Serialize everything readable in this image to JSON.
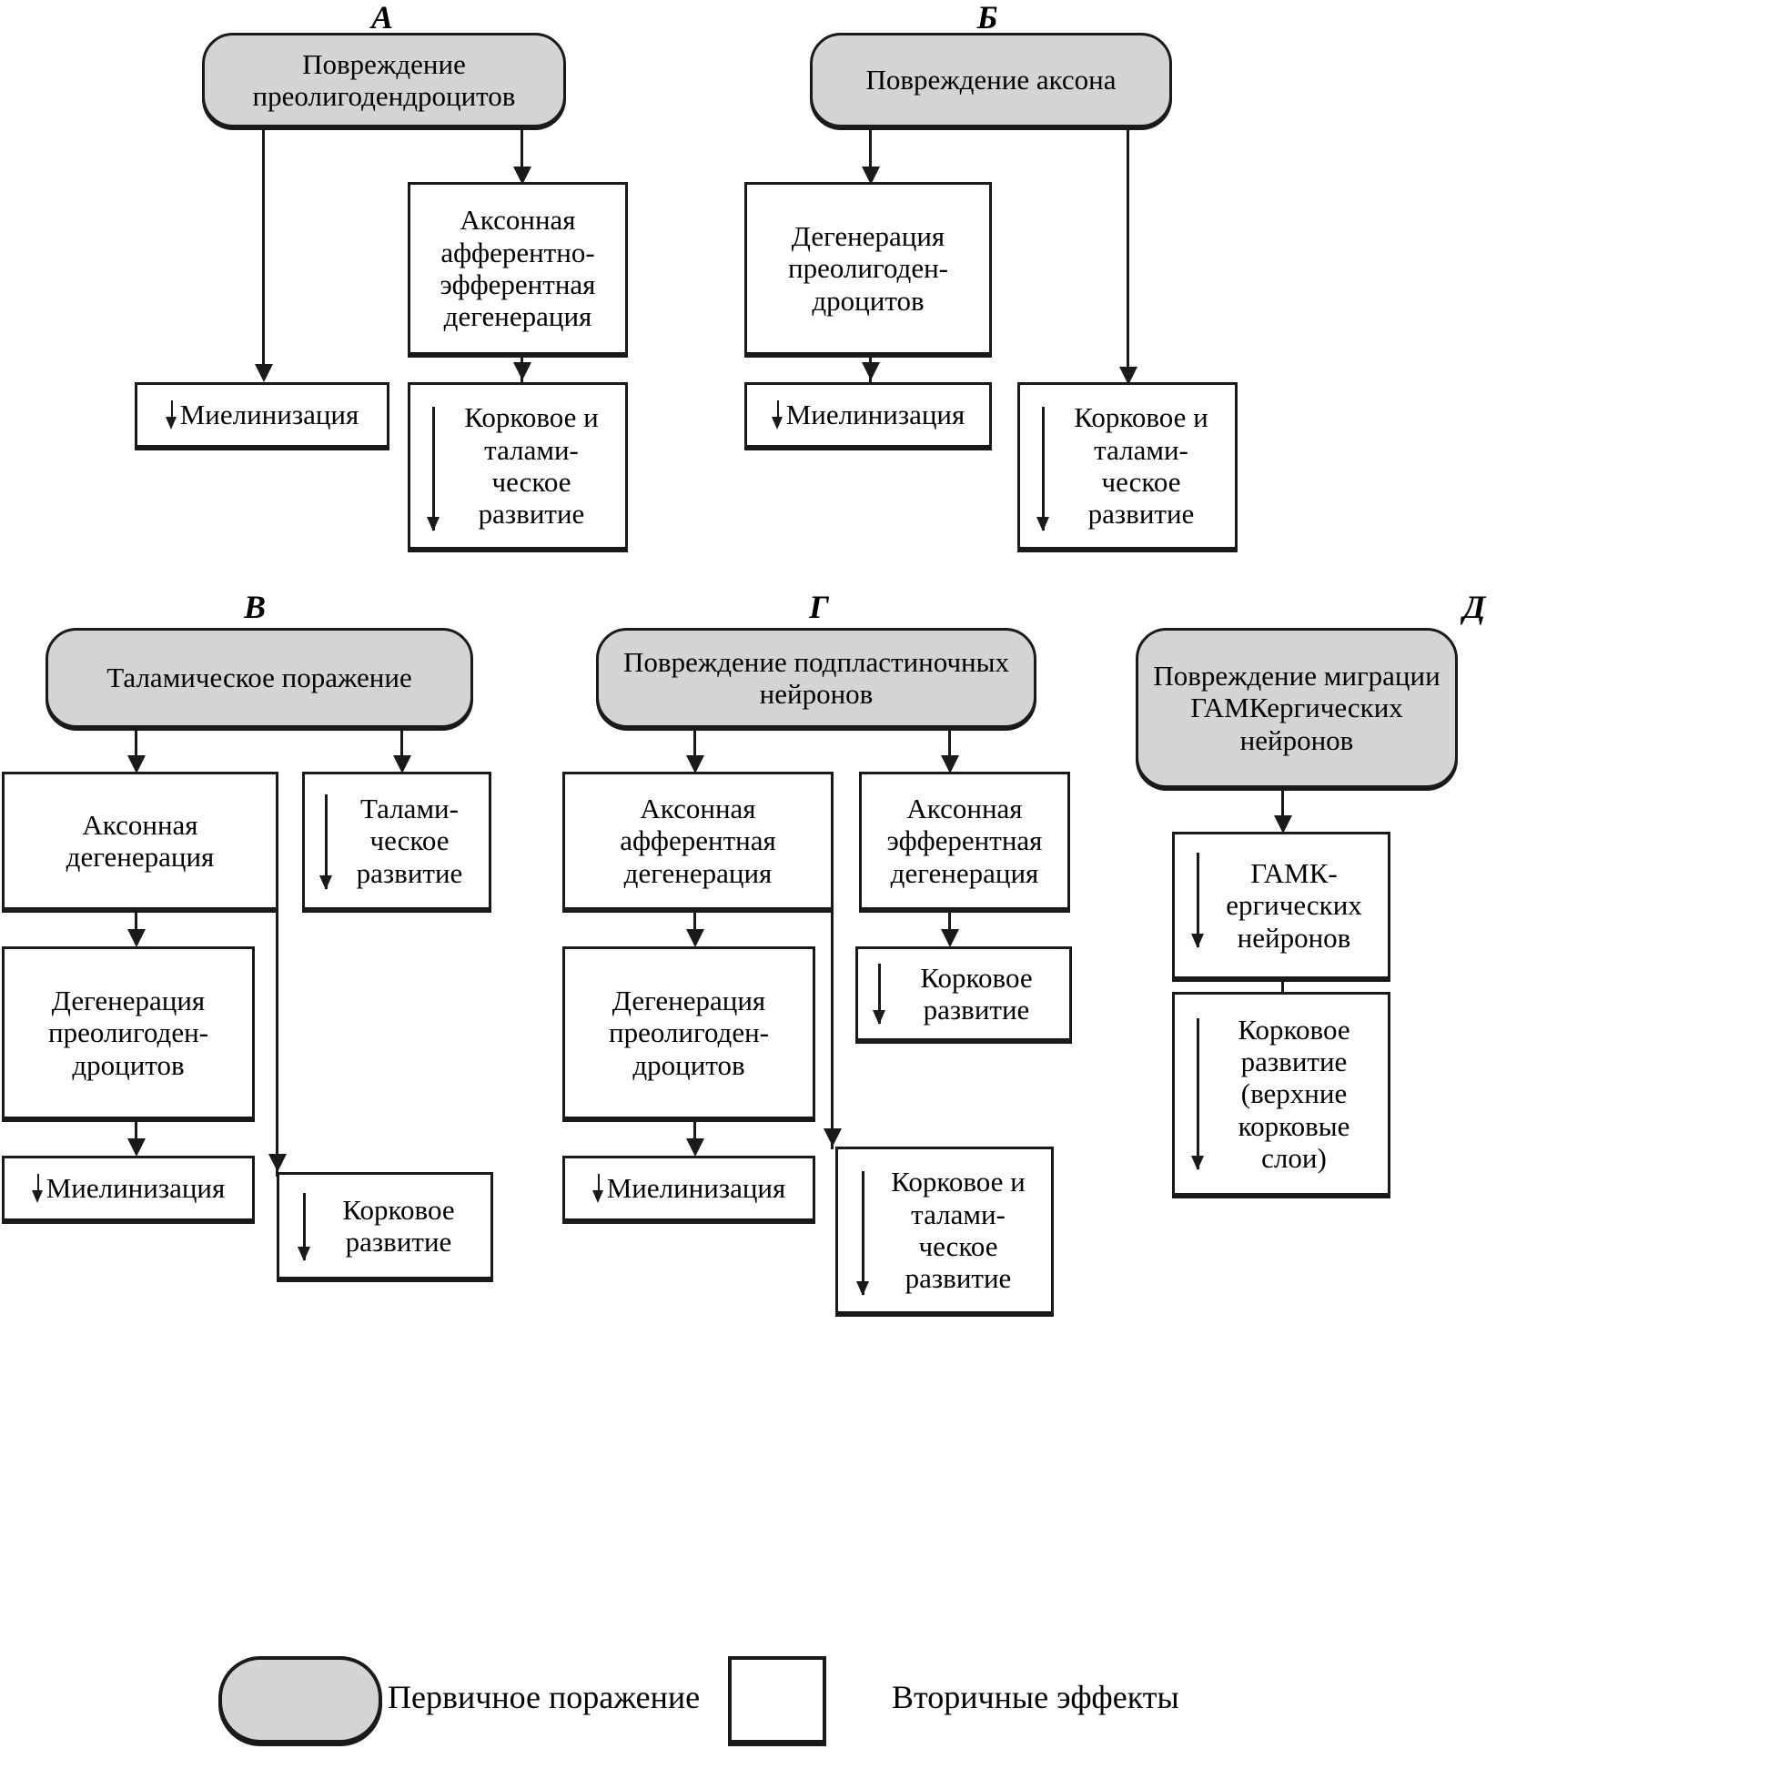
{
  "figure": {
    "type": "flowchart",
    "description": "Схема вторичных эффектов первичных поражений развивающегося мозга",
    "panels": [
      {
        "letter": "А",
        "primary": "Повреждение преолигодендроцитов",
        "secondary": [
          {
            "id": "a-axonal",
            "text": "Аксонная афферентно-эфферентная дегенерация"
          },
          {
            "id": "a-myelin",
            "text": "Миелинизация",
            "arrow_prefix": true
          },
          {
            "id": "a-cortthal",
            "text": "Корковое и талами-ческое развитие",
            "arrow_prefix": true
          }
        ]
      },
      {
        "letter": "Б",
        "primary": "Повреждение аксона",
        "secondary": [
          {
            "id": "b-degen",
            "text": "Дегенерация преолигоден-дроцитов"
          },
          {
            "id": "b-myelin",
            "text": "Миелинизация",
            "arrow_prefix": true
          },
          {
            "id": "b-cortthal",
            "text": "Корковое и талами-ческое развитие",
            "arrow_prefix": true
          }
        ]
      },
      {
        "letter": "В",
        "primary": "Таламическое поражение",
        "secondary": [
          {
            "id": "v-axonal",
            "text": "Аксонная дегенерация"
          },
          {
            "id": "v-thal",
            "text": "Талами-ческое развитие",
            "arrow_prefix": true
          },
          {
            "id": "v-degen",
            "text": "Дегенерация преолигоден-дроцитов"
          },
          {
            "id": "v-myelin",
            "text": "Миелинизация",
            "arrow_prefix": true
          },
          {
            "id": "v-cort",
            "text": "Корковое развитие",
            "arrow_prefix": true
          }
        ]
      },
      {
        "letter": "Г",
        "primary": "Повреждение подпластиночных нейронов",
        "secondary": [
          {
            "id": "g-aff",
            "text": "Аксонная афферентная дегенерация"
          },
          {
            "id": "g-eff",
            "text": "Аксонная эфферентная дегенерация"
          },
          {
            "id": "g-degen",
            "text": "Дегенерация преолигоден-дроцитов"
          },
          {
            "id": "g-cort",
            "text": "Корковое развитие",
            "arrow_prefix": true
          },
          {
            "id": "g-myelin",
            "text": "Миелинизация",
            "arrow_prefix": true
          },
          {
            "id": "g-cortthal",
            "text": "Корковое и талами-ческое развитие",
            "arrow_prefix": true
          }
        ]
      },
      {
        "letter": "Д",
        "primary": "Повреждение миграции ГАМКергических нейронов",
        "secondary": [
          {
            "id": "d-gaba",
            "text": "ГАМК-ергических нейронов",
            "arrow_prefix": true
          },
          {
            "id": "d-cort",
            "text": "Корковое развитие (верхние корковые слои)",
            "arrow_prefix": true
          }
        ]
      }
    ]
  },
  "panel_a": {
    "letter": "А",
    "primary": "Повреждение преолигодендроцитов",
    "axonal": "Аксонная афферентно-эфферентная дегенерация",
    "myelin": "Миелинизация",
    "cortthal": "Корковое и талами-ческое развитие"
  },
  "panel_b": {
    "letter": "Б",
    "primary": "Повреждение аксона",
    "degen": "Дегенерация преолигоден-дроцитов",
    "myelin": "Миелинизация",
    "cortthal": "Корковое и талами-ческое развитие"
  },
  "panel_v": {
    "letter": "В",
    "primary": "Таламическое поражение",
    "axonal": "Аксонная дегенерация",
    "thal": "Талами-ческое развитие",
    "degen": "Дегенерация преолигоден-дроцитов",
    "myelin": "Миелинизация",
    "cort": "Корковое развитие"
  },
  "panel_g": {
    "letter": "Г",
    "primary": "Повреждение подпластиночных нейронов",
    "afferent": "Аксонная афферентная дегенерация",
    "efferent": "Аксонная эфферентная дегенерация",
    "degen": "Дегенерация преолигоден-дроцитов",
    "cort": "Корковое развитие",
    "myelin": "Миелинизация",
    "cortthal": "Корковое и талами-ческое развитие"
  },
  "panel_d": {
    "letter": "Д",
    "primary": "Повреждение миграции ГАМКергических нейронов",
    "gaba": "ГАМК-ергических нейронов",
    "cort": "Корковое развитие (верхние корковые слои)"
  },
  "legend": {
    "primary_label": "Первичное поражение",
    "secondary_label": "Вторичные эффекты"
  },
  "colors": {
    "primary_fill": "#d4d4d4",
    "secondary_fill": "#ffffff",
    "stroke": "#1a1a1a",
    "text": "#000000"
  }
}
